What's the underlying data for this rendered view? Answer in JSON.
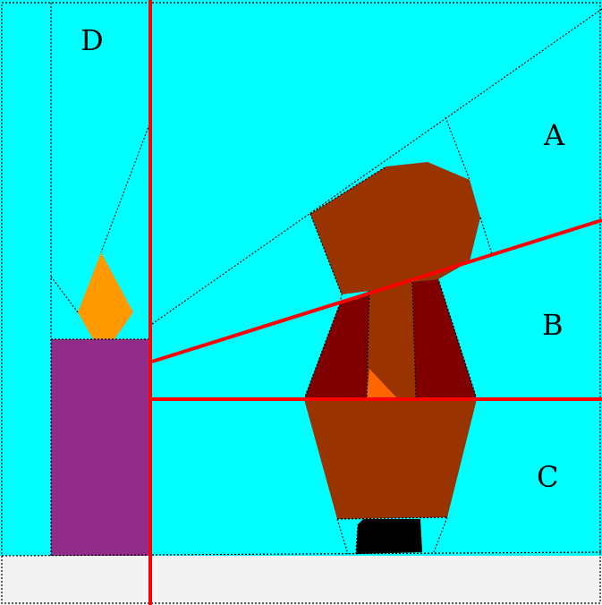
{
  "section_labels": {
    "a": "A",
    "b": "B",
    "c": "C",
    "d": "D"
  },
  "colors": {
    "background": "#00ffff",
    "ground": "#f2f2f2",
    "candle": "#922b8a",
    "flame": "#ff9900",
    "body": "#993300",
    "sleeves": "#800000",
    "foot": "#000000",
    "cut_line": "#ff0000"
  }
}
